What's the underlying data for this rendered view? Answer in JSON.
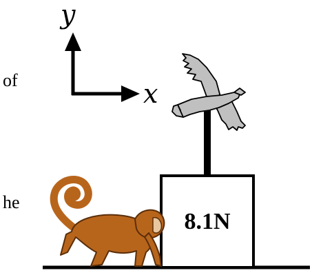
{
  "axes": {
    "x_label": "x",
    "y_label": "y"
  },
  "block": {
    "weight_label": "8.1N"
  },
  "edge_text": {
    "line_1": "of",
    "line_2": "he"
  },
  "colors": {
    "ink": "#000000",
    "bird_fill": "#c0c0c0",
    "monkey_fill": "#b8651c",
    "monkey_stroke": "#5a2e0a"
  },
  "icons": {
    "bird": "eagle-icon",
    "monkey": "monkey-icon"
  }
}
